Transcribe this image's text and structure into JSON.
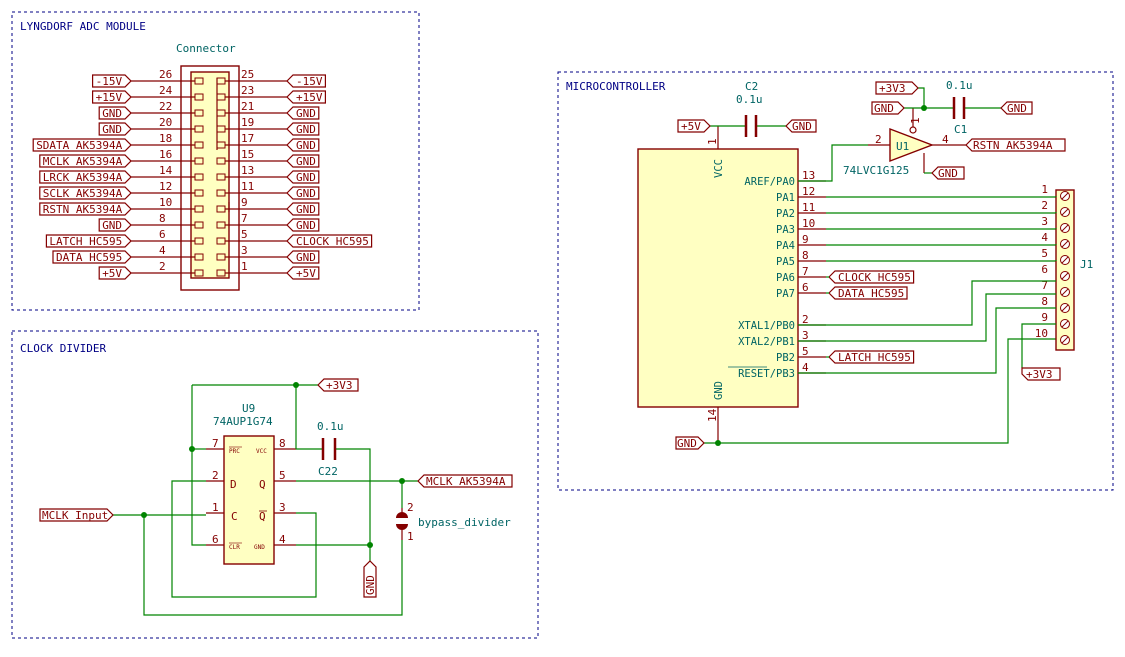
{
  "colors": {
    "wire": "#008400",
    "component": "#840000",
    "body_fill": "#ffffc2",
    "pin_name": "#006464",
    "section_border": "#000084",
    "background": "#ffffff"
  },
  "sections": {
    "adc": {
      "title": "LYNGDORF ADC MODULE"
    },
    "clock": {
      "title": "CLOCK DIVIDER"
    },
    "mcu": {
      "title": "MICROCONTROLLER"
    }
  },
  "connector": {
    "title": "Connector",
    "left_pins": [
      {
        "num": "26",
        "label": "-15V"
      },
      {
        "num": "24",
        "label": "+15V"
      },
      {
        "num": "22",
        "label": "GND"
      },
      {
        "num": "20",
        "label": "GND"
      },
      {
        "num": "18",
        "label": "SDATA_AK5394A"
      },
      {
        "num": "16",
        "label": "MCLK_AK5394A"
      },
      {
        "num": "14",
        "label": "LRCK_AK5394A"
      },
      {
        "num": "12",
        "label": "SCLK_AK5394A"
      },
      {
        "num": "10",
        "label": "RSTN_AK5394A"
      },
      {
        "num": "8",
        "label": "GND"
      },
      {
        "num": "6",
        "label": "LATCH_HC595"
      },
      {
        "num": "4",
        "label": "DATA_HC595"
      },
      {
        "num": "2",
        "label": "+5V"
      }
    ],
    "right_pins": [
      {
        "num": "25",
        "label": "-15V"
      },
      {
        "num": "23",
        "label": "+15V"
      },
      {
        "num": "21",
        "label": "GND"
      },
      {
        "num": "19",
        "label": "GND"
      },
      {
        "num": "17",
        "label": "GND"
      },
      {
        "num": "15",
        "label": "GND"
      },
      {
        "num": "13",
        "label": "GND"
      },
      {
        "num": "11",
        "label": "GND"
      },
      {
        "num": "9",
        "label": "GND"
      },
      {
        "num": "7",
        "label": "GND"
      },
      {
        "num": "5",
        "label": "CLOCK_HC595"
      },
      {
        "num": "3",
        "label": "GND"
      },
      {
        "num": "1",
        "label": "+5V"
      }
    ]
  },
  "clock_divider": {
    "u9_ref": "U9",
    "u9_value": "74AUP1G74",
    "pins": {
      "prc": "PRC",
      "vcc": "VCC",
      "d": "D",
      "q": "Q",
      "c": "C",
      "qbar": "Q",
      "clr": "CLR",
      "gnd": "GND"
    },
    "pin_numbers": {
      "p7": "7",
      "p8": "8",
      "p2": "2",
      "p5": "5",
      "p1": "1",
      "p3": "3",
      "p6": "6",
      "p4": "4"
    },
    "c22_value": "0.1u",
    "c22_ref": "C22",
    "plus3v3": "+3V3",
    "mclk_out": "MCLK_AK5394A",
    "mclk_in": "MCLK_Input",
    "gnd": "GND",
    "jumper_label": "bypass_divider",
    "jumper_pin1": "1",
    "jumper_pin2": "2"
  },
  "microcontroller": {
    "vcc": "VCC",
    "gnd": "GND",
    "vcc_pin": "1",
    "gnd_pin": "14",
    "plus5v": "+5V",
    "gnd_label": "GND",
    "c2_ref": "C2",
    "c2_value": "0.1u",
    "c1_ref": "C1",
    "c1_value": "0.1u",
    "u1_ref": "U1",
    "u1_value": "74LVC1G125",
    "u1_pin1": "1",
    "u1_pin2": "2",
    "u1_pin4": "4",
    "plus3v3": "+3V3",
    "rstn": "RSTN_AK5394A",
    "ports": [
      {
        "name": "AREF/PA0",
        "num": "13"
      },
      {
        "name": "PA1",
        "num": "12"
      },
      {
        "name": "PA2",
        "num": "11"
      },
      {
        "name": "PA3",
        "num": "10"
      },
      {
        "name": "PA4",
        "num": "9"
      },
      {
        "name": "PA5",
        "num": "8"
      },
      {
        "name": "PA6",
        "num": "7"
      },
      {
        "name": "PA7",
        "num": "6"
      },
      {
        "name": "XTAL1/PB0",
        "num": "2"
      },
      {
        "name": "XTAL2/PB1",
        "num": "3"
      },
      {
        "name": "PB2",
        "num": "5"
      },
      {
        "name": "RESET/PB3",
        "num": "4"
      }
    ],
    "port_labels": {
      "pa6": "CLOCK_HC595",
      "pa7": "DATA_HC595",
      "pb2": "LATCH_HC595"
    },
    "j1_ref": "J1",
    "j1_pins": [
      "1",
      "2",
      "3",
      "4",
      "5",
      "6",
      "7",
      "8",
      "9",
      "10"
    ],
    "j1_plus3v3": "+3V3"
  }
}
